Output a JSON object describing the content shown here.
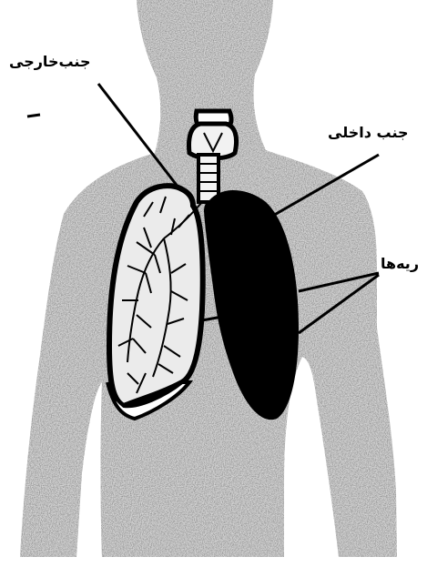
{
  "labels": {
    "outer_pleura": "جنب‌خارجی",
    "inner_pleura": "جنب داخلی",
    "lungs": "ریه‌ها"
  },
  "colors": {
    "ink": "#000000",
    "body_fill": "#d6d6d6",
    "body_stipple": "#9a9a9a",
    "lung_open_fill": "#e8e8e8",
    "lung_closed_fill": "#000000",
    "background": "#ffffff"
  },
  "figure": {
    "left_lung_state": "dissected",
    "right_lung_state": "solid"
  }
}
